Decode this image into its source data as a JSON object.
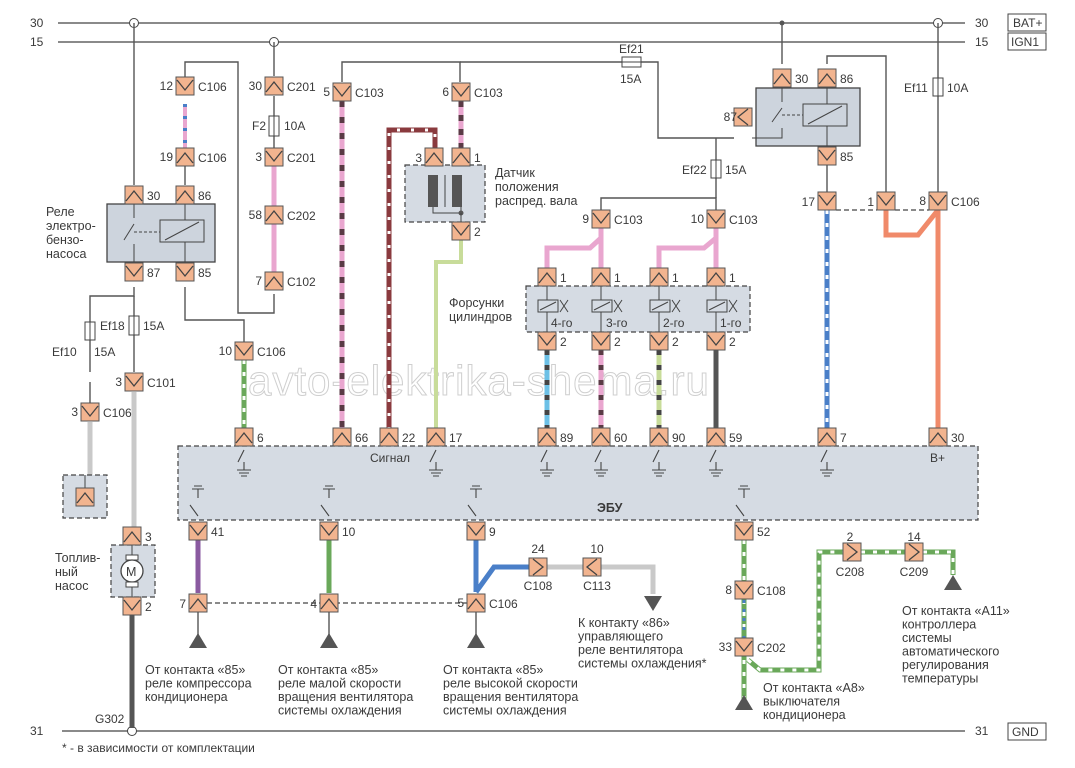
{
  "diagram": {
    "title": "Fuel pump relay, injectors, camshaft sensor and ECU wiring",
    "rails": {
      "bat": {
        "num": "30",
        "label": "BAT+"
      },
      "ign": {
        "num": "15",
        "label": "IGN1"
      },
      "gnd": {
        "num": "31",
        "label": "GND"
      }
    },
    "watermark": "avto-elektrika-shema.ru",
    "footnote": "* - в зависимости от комплектации",
    "ground_label": "G302",
    "fuel_relay": {
      "label_lines": [
        "Реле",
        "электро-",
        "бензо-",
        "насоса"
      ],
      "pins": [
        "30",
        "86",
        "87",
        "85"
      ]
    },
    "main_relay": {
      "pins": [
        "30",
        "86",
        "87",
        "85"
      ]
    },
    "fuses": [
      {
        "id": "F2",
        "rating": "10A"
      },
      {
        "id": "Ef21",
        "rating": "15A"
      },
      {
        "id": "Ef22",
        "rating": "15A"
      },
      {
        "id": "Ef11",
        "rating": "10A"
      },
      {
        "id": "Ef18",
        "rating": "15A"
      },
      {
        "id": "Ef10",
        "rating": "15A"
      }
    ],
    "connectors": {
      "c106_12": {
        "pin": "12",
        "name": "C106"
      },
      "c106_19": {
        "pin": "19",
        "name": "C106"
      },
      "c201_30": {
        "pin": "30",
        "name": "C201"
      },
      "c201_3": {
        "pin": "3",
        "name": "C201"
      },
      "c202_58": {
        "pin": "58",
        "name": "C202"
      },
      "c102_7": {
        "pin": "7",
        "name": "C102"
      },
      "c103_5": {
        "pin": "5",
        "name": "C103"
      },
      "c103_6": {
        "pin": "6",
        "name": "C103"
      },
      "c103_9": {
        "pin": "9",
        "name": "C103"
      },
      "c103_10": {
        "pin": "10",
        "name": "C103"
      },
      "c106_10": {
        "pin": "10",
        "name": "C106"
      },
      "c101_3": {
        "pin": "3",
        "name": "C101"
      },
      "c106_3": {
        "pin": "3",
        "name": "C106"
      },
      "c106_17": {
        "pin": "17"
      },
      "c106_1": {
        "pin": "1"
      },
      "c106_8": {
        "pin": "8",
        "name": "C106"
      },
      "c106_7": {
        "pin": "7"
      },
      "c106_4": {
        "pin": "4"
      },
      "c106_5": {
        "pin": "5",
        "name": "C106"
      },
      "c108_24": {
        "pin": "24",
        "name": "C108"
      },
      "c113_10": {
        "pin": "10",
        "name": "C113"
      },
      "c108_8": {
        "pin": "8",
        "name": "C108"
      },
      "c202_33": {
        "pin": "33",
        "name": "C202"
      },
      "c208_2": {
        "pin": "2",
        "name": "C208"
      },
      "c209_14": {
        "pin": "14",
        "name": "C209"
      }
    },
    "cam_sensor": {
      "label_lines": [
        "Датчик",
        "положения",
        "распред. вала"
      ],
      "pins": [
        "3",
        "1",
        "2"
      ]
    },
    "injectors": {
      "label_lines": [
        "Форсунки",
        "цилиндров"
      ],
      "items": [
        {
          "name": "4-го",
          "pin_in": "1",
          "pin_out": "2",
          "ecu_pin": "89"
        },
        {
          "name": "3-го",
          "pin_in": "1",
          "pin_out": "2",
          "ecu_pin": "60"
        },
        {
          "name": "2-го",
          "pin_in": "1",
          "pin_out": "2",
          "ecu_pin": "90"
        },
        {
          "name": "1-го",
          "pin_in": "1",
          "pin_out": "2",
          "ecu_pin": "59"
        }
      ]
    },
    "fuel_pump": {
      "label_lines": [
        "Топлив-",
        "ный",
        "насос"
      ],
      "symbol": "M",
      "pins": [
        "3",
        "2"
      ]
    },
    "ecu": {
      "label": "ЭБУ",
      "signal_label": "Сигнал",
      "bplus_label": "B+",
      "top_pins": [
        "6",
        "66",
        "22",
        "17",
        "89",
        "60",
        "90",
        "59",
        "7",
        "30"
      ],
      "bottom_pins": [
        "41",
        "10",
        "9",
        "52"
      ]
    },
    "notes": {
      "ac_compressor": [
        "От контакта «85»",
        "реле компрессора",
        "кондиционера"
      ],
      "fan_low": [
        "От контакта «85»",
        "реле малой скорости",
        "вращения вентилятора",
        "системы охлаждения"
      ],
      "fan_high": [
        "От контакта «85»",
        "реле высокой скорости",
        "вращения вентилятора",
        "системы охлаждения"
      ],
      "fan_ctrl": [
        "К контакту «86»",
        "управляющего",
        "реле вентилятора",
        "системы охлаждения*"
      ],
      "ac_switch": [
        "От контакта «А8»",
        "выключателя",
        "кондиционера"
      ],
      "climate": [
        "От контакта «А11»",
        "контроллера",
        "системы",
        "автоматического",
        "регулирования",
        "температуры"
      ]
    },
    "wire_colors": {
      "pink": "#e9a6cf",
      "dark": "#5a3a45",
      "brown_red": "#8a3a3e",
      "lime": "#c8dc9a",
      "green": "#6aa85a",
      "light_blue": "#6cc0e6",
      "blue": "#4a7fc8",
      "grey": "#c9c9c9",
      "dark_grey": "#555555",
      "orange": "#f08a6a",
      "purple": "#8a5aa0",
      "connector": "#f2b48f",
      "module": "#d5dbe3"
    }
  }
}
